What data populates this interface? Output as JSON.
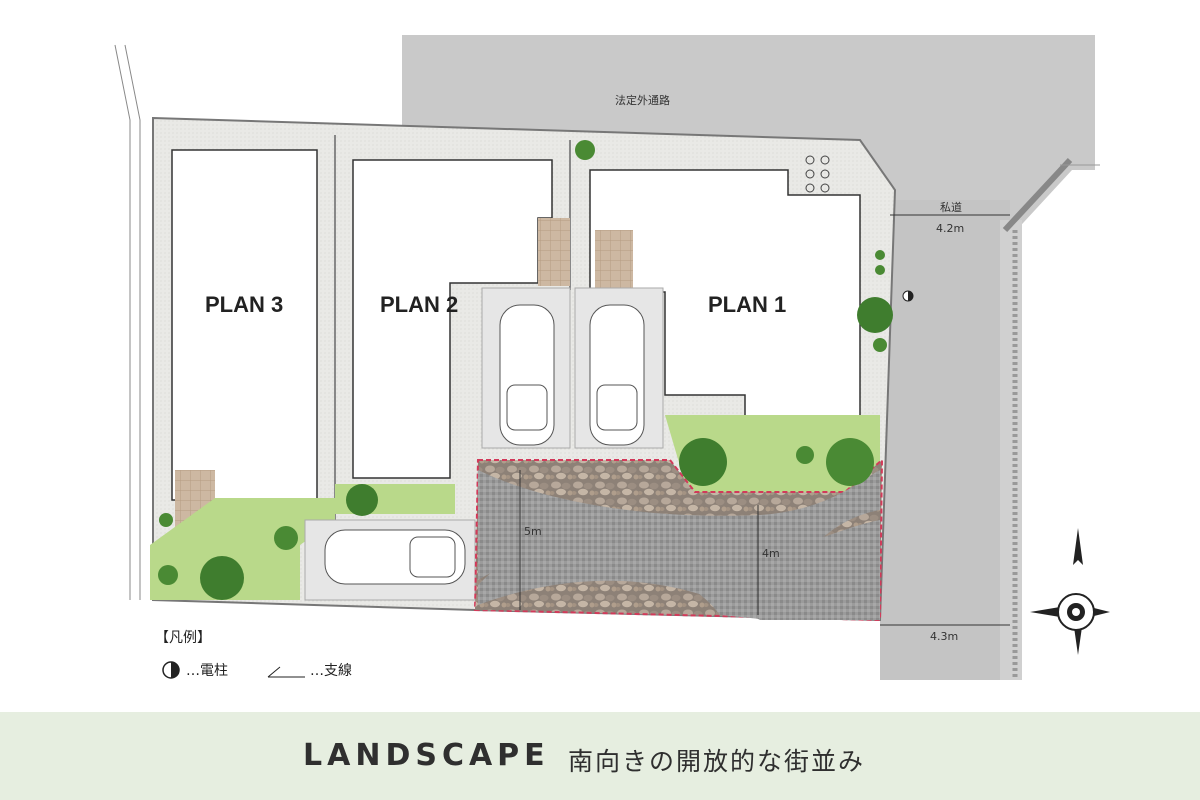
{
  "plans": [
    {
      "id": "plan1",
      "label": "PLAN 1"
    },
    {
      "id": "plan2",
      "label": "PLAN 2"
    },
    {
      "id": "plan3",
      "label": "PLAN 3"
    }
  ],
  "roads": {
    "north_label": "法定外通路",
    "private_road_label": "私道",
    "private_road_width": "4.2m",
    "bottom_width": "4.3m"
  },
  "dimensions": {
    "five_m": "5m",
    "four_m": "4m"
  },
  "legend": {
    "title": "【凡例】",
    "pole": "…電柱",
    "guy_wire": "…支線"
  },
  "footer": {
    "title": "LANDSCAPE",
    "subtitle": "南向きの開放的な街並み"
  },
  "colors": {
    "footer_bg": "#e6eee0",
    "road_gray": "#c8c8c8",
    "lawn": "#b9d98a",
    "tree": "#3f7d2e",
    "boundary_red": "#d23a5a",
    "building": "#ffffff",
    "cobble": "#a9988a"
  }
}
